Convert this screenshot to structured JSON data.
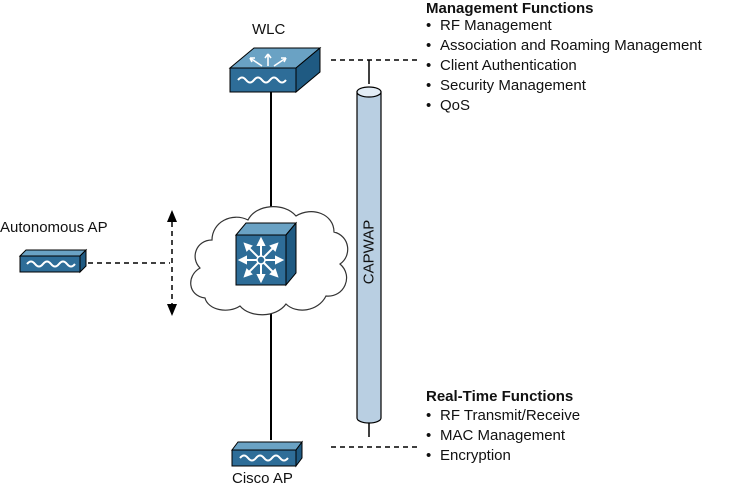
{
  "devices": {
    "wlc_label": "WLC",
    "autonomous_ap_label": "Autonomous AP",
    "cisco_ap_label": "Cisco AP"
  },
  "tunnel": {
    "label": "CAPWAP"
  },
  "management_functions": {
    "heading": "Management Functions",
    "items": [
      "RF Management",
      "Association and Roaming Management",
      "Client Authentication",
      "Security Management",
      "QoS"
    ]
  },
  "realtime_functions": {
    "heading": "Real-Time Functions",
    "items": [
      "RF Transmit/Receive",
      "MAC Management",
      "Encryption"
    ]
  },
  "colors": {
    "device_top": "#6aa2c4",
    "device_front": "#2e6d98",
    "device_side": "#1f5a82",
    "tunnel_fill": "#b9cfe2",
    "cloud_stroke": "#333333"
  }
}
